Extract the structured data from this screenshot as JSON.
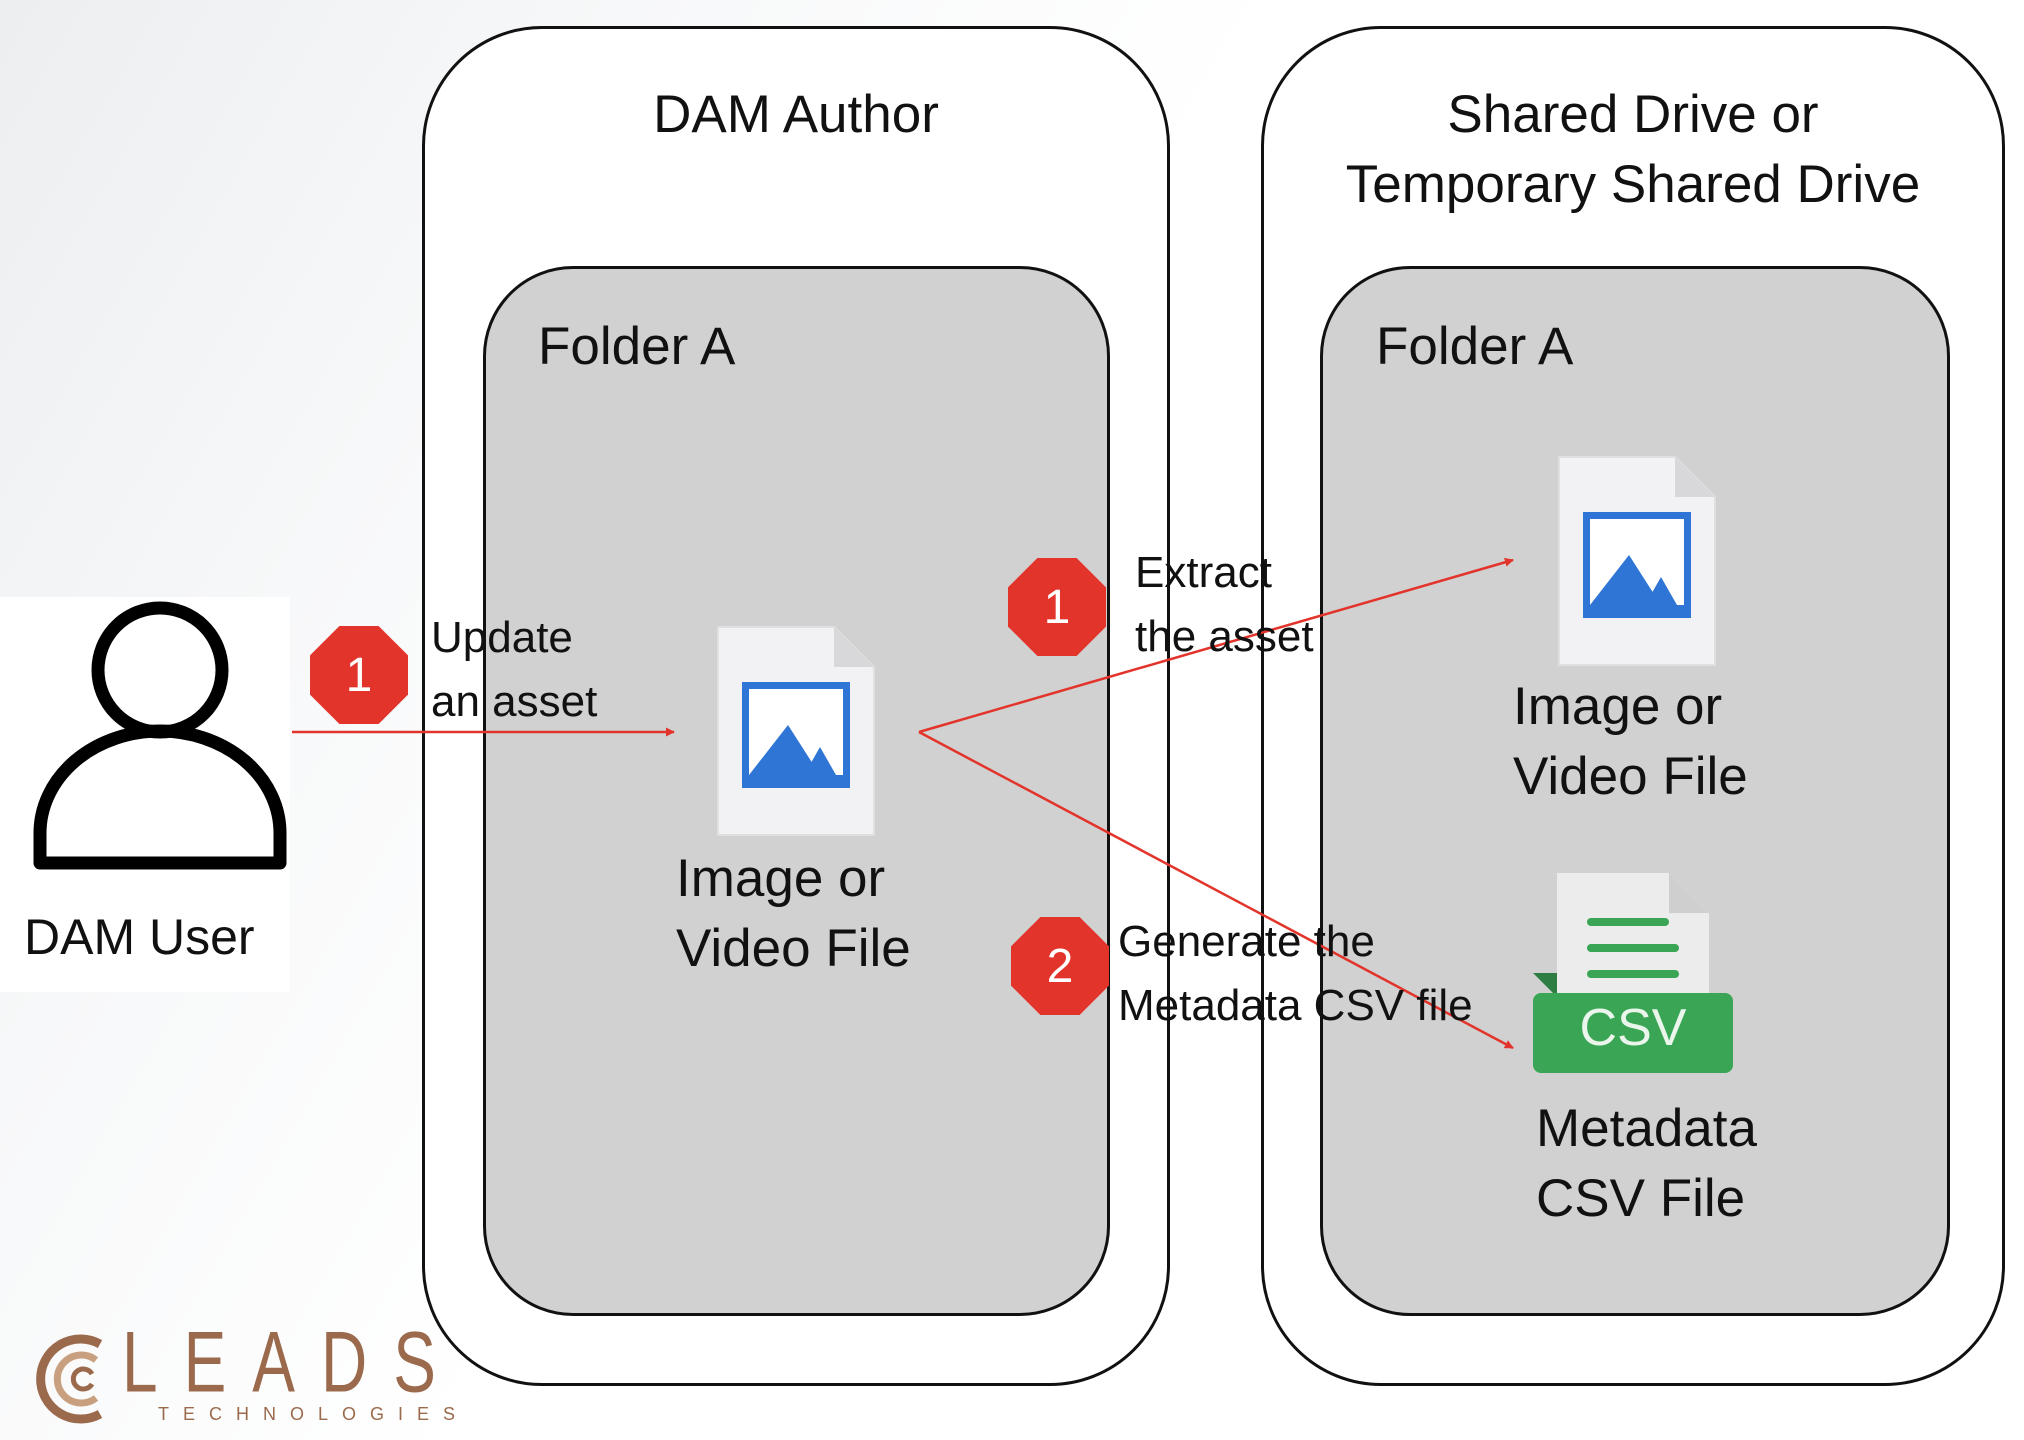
{
  "user": {
    "label": "DAM User",
    "icon": "user-icon"
  },
  "dam_author": {
    "title": "DAM Author",
    "folder_label": "Folder A",
    "file": {
      "label_line1": "Image or",
      "label_line2": "Video File",
      "icon": "image-file-icon"
    }
  },
  "shared_drive": {
    "title_line1": "Shared Drive or",
    "title_line2": "Temporary Shared Drive",
    "folder_label": "Folder A",
    "image_file": {
      "label_line1": "Image or",
      "label_line2": "Video File",
      "icon": "image-file-icon"
    },
    "csv_file": {
      "badge_text": "CSV",
      "label_line1": "Metadata",
      "label_line2": "CSV File",
      "icon": "csv-file-icon"
    }
  },
  "steps": {
    "update": {
      "number": "1",
      "line1": "Update",
      "line2": "an asset"
    },
    "extract": {
      "number": "1",
      "line1": "Extract",
      "line2": "the asset"
    },
    "generate": {
      "number": "2",
      "line1": "Generate the",
      "line2": "Metadata CSV file"
    }
  },
  "logo": {
    "word": "LEADS",
    "tagline": "TECHNOLOGIES"
  },
  "colors": {
    "arrow": "#e3342b",
    "badge": "#e3342b",
    "folder_fill": "#d1d1d1",
    "image_icon": "#2f75d6",
    "csv_green": "#3aa655",
    "logo_bronze": "#9b6a4d"
  }
}
